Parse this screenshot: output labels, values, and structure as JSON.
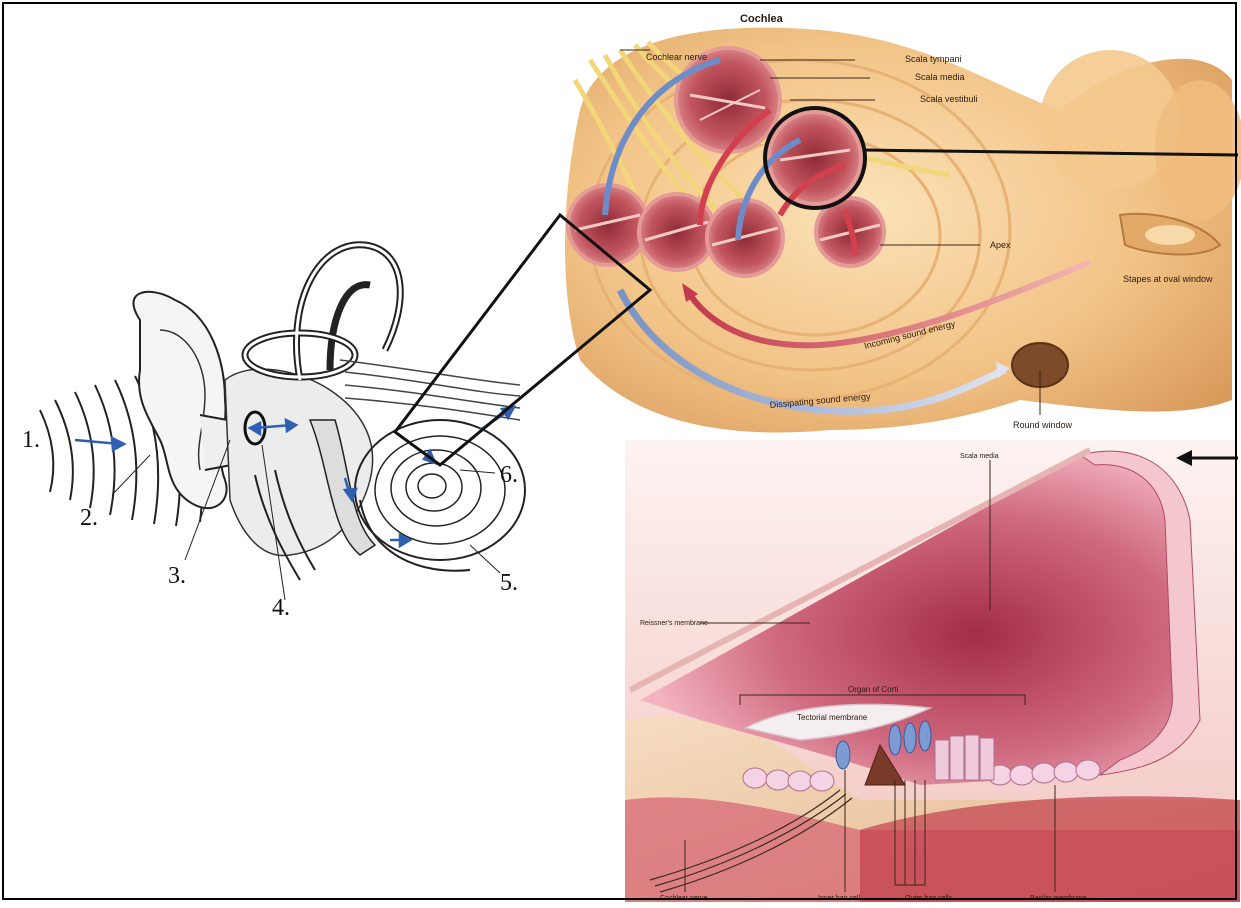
{
  "ear_diagram": {
    "numbers": [
      "1.",
      "2.",
      "3.",
      "4.",
      "5.",
      "6."
    ]
  },
  "cochlea_panel": {
    "title": "Cochlea",
    "labels": {
      "cochlear_nerve": "Cochlear nerve",
      "scala_tympani": "Scala tympani",
      "scala_media": "Scala media",
      "scala_vestibuli": "Scala vestibuli",
      "apex": "Apex",
      "stapes": "Stapes at oval window",
      "incoming": "Incoming sound energy",
      "dissipating": "Dissipating sound energy",
      "round_window": "Round window"
    }
  },
  "corti_panel": {
    "labels": {
      "scala_media": "Scala media",
      "reissner": "Reissner's membrane",
      "organ_of_corti": "Organ of Corti",
      "tectorial": "Tectorial membrane",
      "cochlear_nerve": "Cochlear nerve",
      "inner_hair_cell": "Inner hair cell",
      "outer_hair_cells": "Outer hair cells",
      "basilar": "Basilar membrane"
    }
  },
  "colors": {
    "arrow_blue": "#2f5fb0",
    "flesh": "#f3c98f",
    "flesh_dark": "#e0a766",
    "tissue_pink": "#e8a3a8",
    "tissue_red": "#c04a5a"
  }
}
